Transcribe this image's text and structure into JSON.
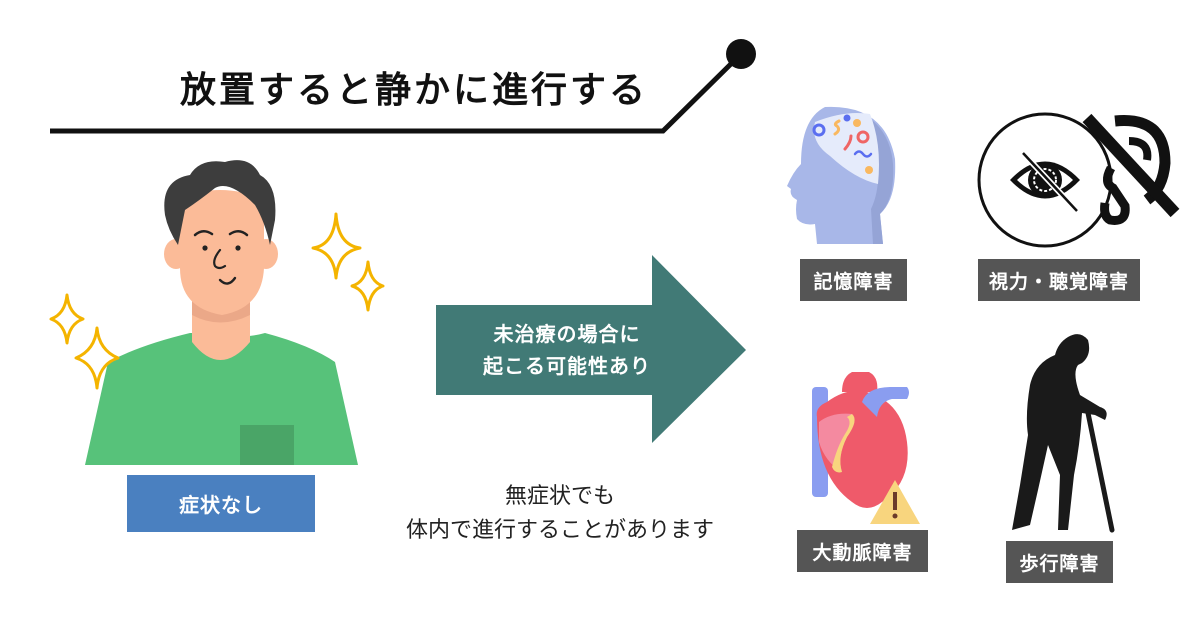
{
  "header": {
    "title": "放置すると静かに進行する"
  },
  "person": {
    "status_label": "症状なし",
    "colors": {
      "hair": "#3d3d3d",
      "skin": "#fbbb98",
      "shirt": "#57c27a",
      "pocket": "#4aa567",
      "sparkle": "#f4b400"
    }
  },
  "arrow": {
    "line1": "未治療の場合に",
    "line2": "起こる可能性あり",
    "color": "#417a76"
  },
  "note": {
    "line1": "無症状でも",
    "line2": "体内で進行することがあります"
  },
  "conditions": [
    {
      "label": "記憶障害",
      "icon": "brain-head-icon"
    },
    {
      "label": "視力・聴覚障害",
      "icon": "vision-hearing-loss-icon"
    },
    {
      "label": "大動脈障害",
      "icon": "heart-warning-icon"
    },
    {
      "label": "歩行障害",
      "icon": "elderly-cane-icon"
    }
  ],
  "colors": {
    "status_blue": "#4a80c0",
    "label_gray": "#555555",
    "line": "#111111"
  }
}
